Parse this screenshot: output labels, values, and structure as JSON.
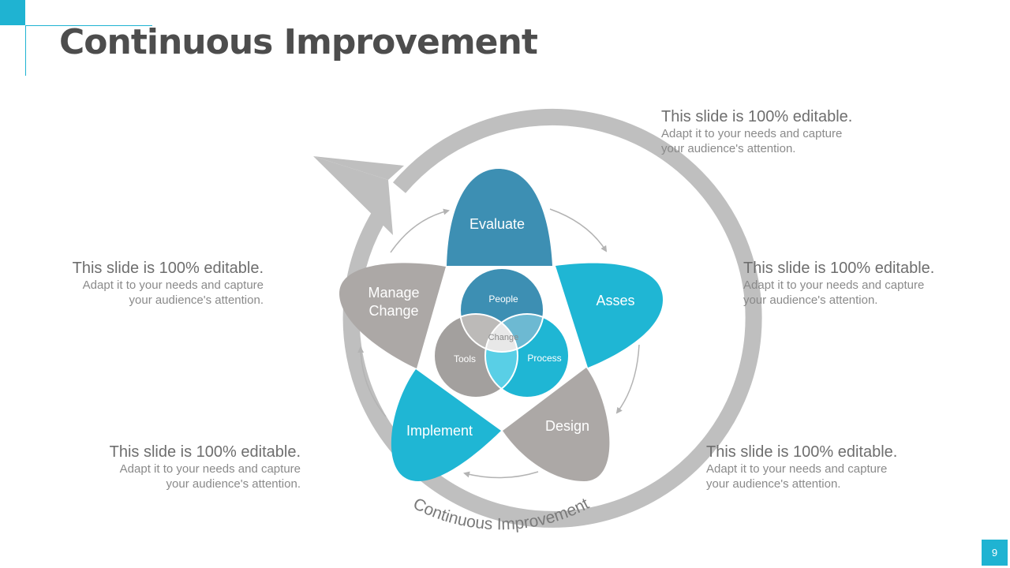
{
  "title": "Continuous Improvement",
  "diagram": {
    "ring_label": "Continuous Improvement",
    "petals": {
      "evaluate": "Evaluate",
      "asses": "Asses",
      "design": "Design",
      "implement": "Implement",
      "manage_change_line1": "Manage",
      "manage_change_line2": "Change"
    },
    "venn": {
      "people": "People",
      "tools": "Tools",
      "process": "Process",
      "center": "Change"
    }
  },
  "notes": [
    {
      "heading": "This slide is 100% editable.",
      "body_line1": "Adapt it to your needs and capture",
      "body_line2": "your audience's attention."
    },
    {
      "heading": "This slide is 100% editable.",
      "body_line1": "Adapt it to your needs and capture",
      "body_line2": "your audience's attention."
    },
    {
      "heading": "This slide is 100% editable.",
      "body_line1": "Adapt it to your needs and capture",
      "body_line2": "your audience's attention."
    },
    {
      "heading": "This slide is 100% editable.",
      "body_line1": "Adapt it to your needs and capture",
      "body_line2": "your audience's attention."
    },
    {
      "heading": "This slide is 100% editable.",
      "body_line1": "Adapt it to your needs and capture",
      "body_line2": "your audience's attention."
    }
  ],
  "page_number": "9",
  "colors": {
    "accent": "#1fb3d2",
    "evaluate": "#3d8fb3",
    "asses": "#1fb6d4",
    "design": "#aca8a6",
    "implement": "#1fb6d4",
    "manage_change": "#aca8a6",
    "ring": "#bfbfbf"
  }
}
